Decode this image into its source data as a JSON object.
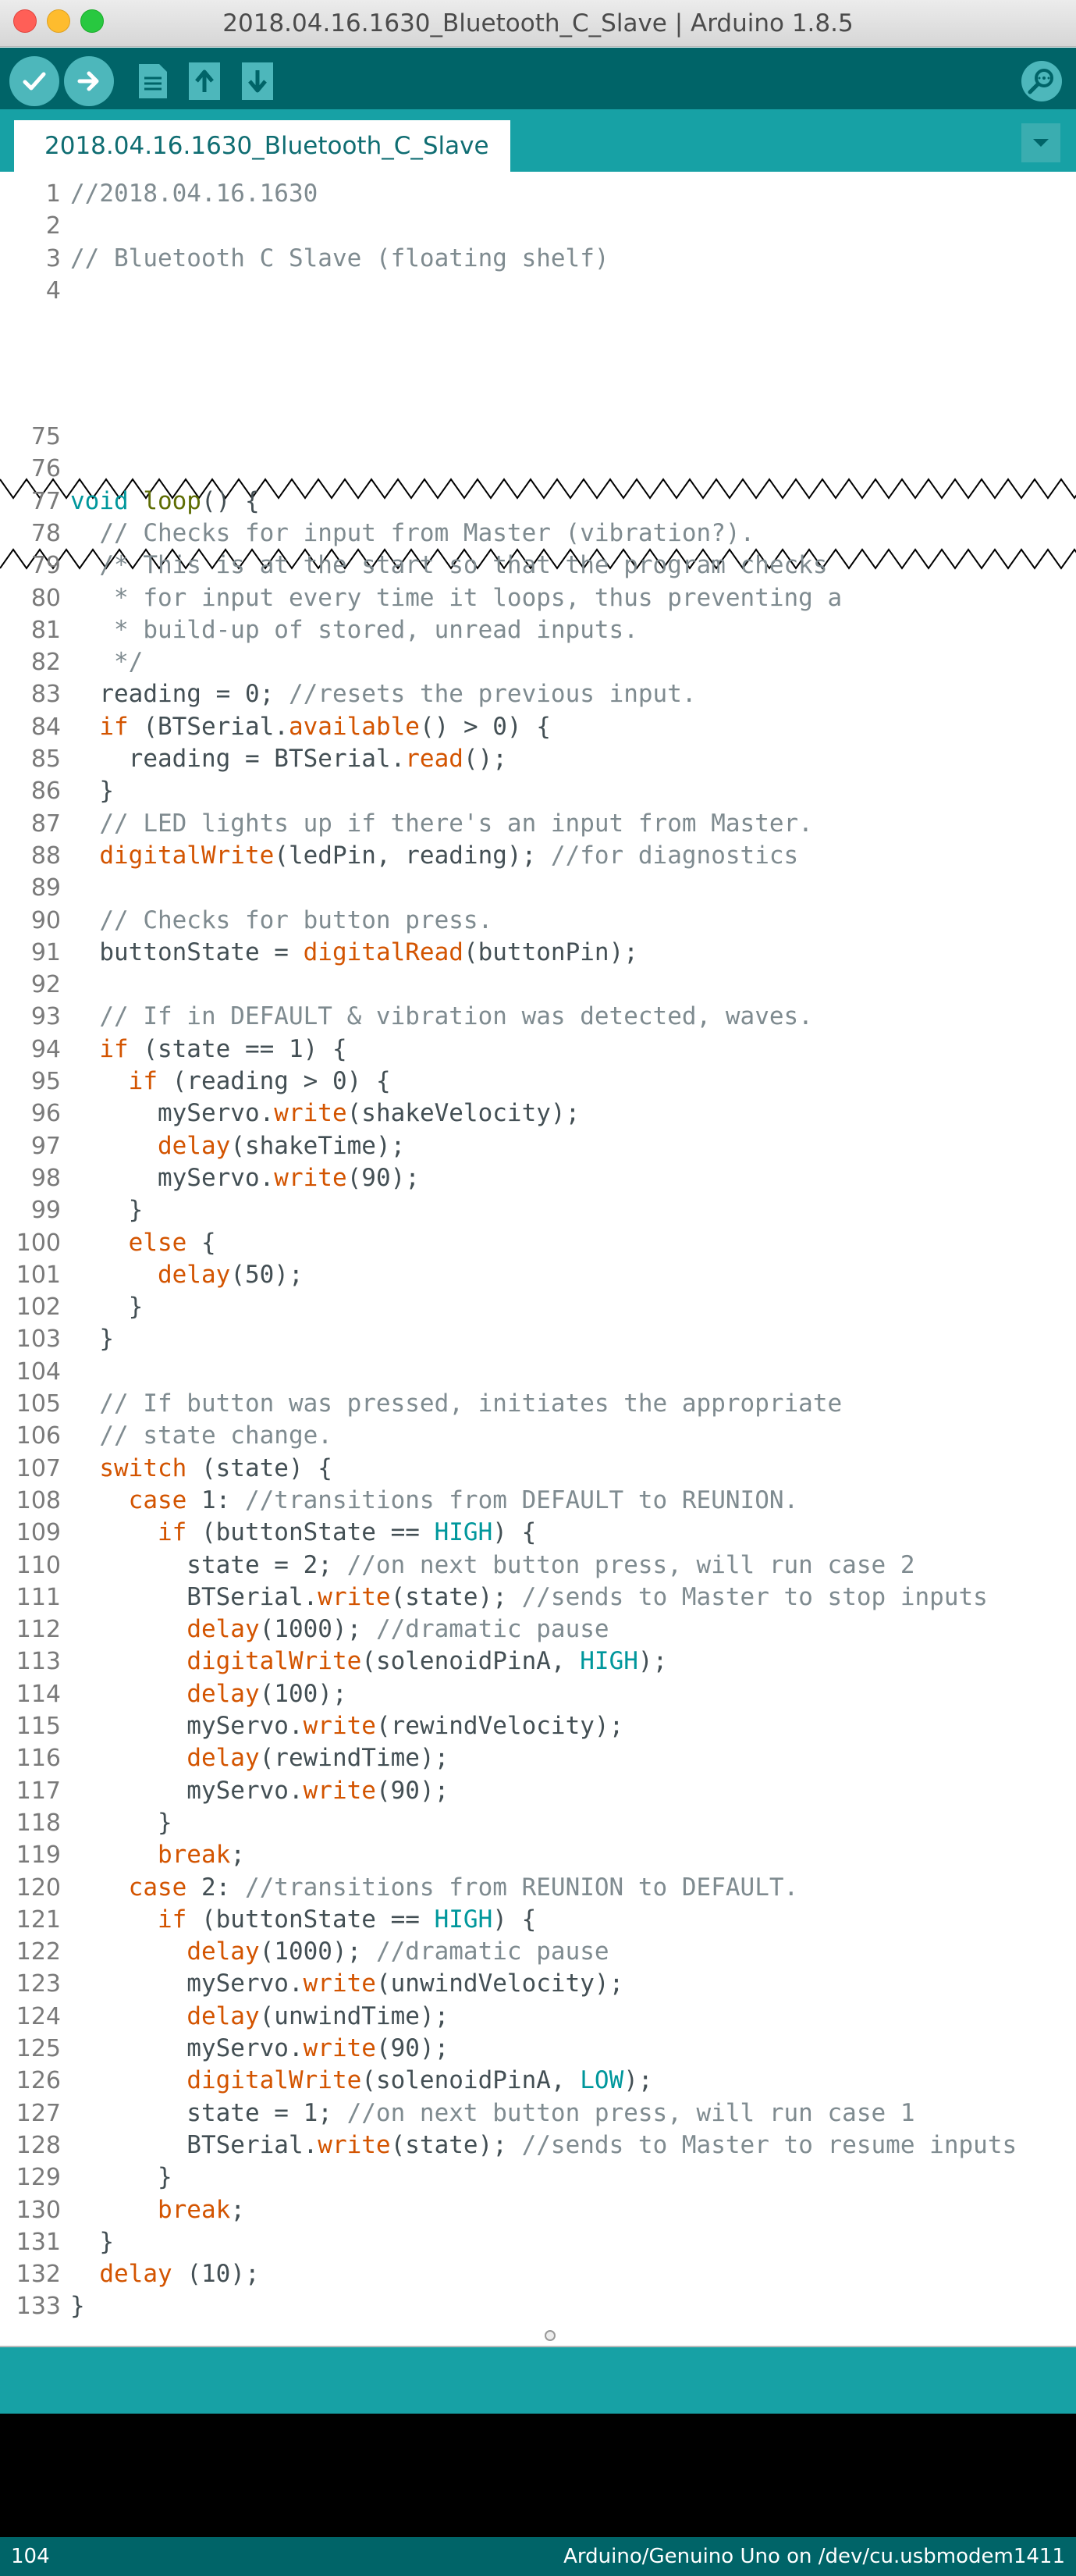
{
  "window": {
    "title": "2018.04.16.1630_Bluetooth_C_Slave | Arduino 1.8.5"
  },
  "toolbar": {
    "verify_icon": "checkmark-icon",
    "upload_icon": "right-arrow-icon",
    "new_icon": "document-icon",
    "open_icon": "up-arrow-icon",
    "save_icon": "down-arrow-icon",
    "serial_monitor_icon": "magnifier-icon"
  },
  "tab": {
    "label": "2018.04.16.1630_Bluetooth_C_Slave",
    "menu_icon": "triangle-down-icon"
  },
  "code_top": [
    {
      "n": "1",
      "t": [
        [
          "//2018.04.16.1630",
          "cm"
        ]
      ]
    },
    {
      "n": "2",
      "t": []
    },
    {
      "n": "3",
      "t": [
        [
          "// Bluetooth C Slave (floating shelf)",
          "cm"
        ]
      ]
    },
    {
      "n": "4",
      "t": []
    }
  ],
  "code_bottom": [
    {
      "n": "75",
      "t": []
    },
    {
      "n": "76",
      "t": []
    },
    {
      "n": "77",
      "t": [
        [
          "void",
          "ty"
        ],
        [
          " loop",
          "fn"
        ],
        [
          "() {",
          ""
        ]
      ]
    },
    {
      "n": "78",
      "t": [
        [
          "  // Checks for input from Master (vibration?).",
          "cm"
        ]
      ]
    },
    {
      "n": "79",
      "t": [
        [
          "  /* This is at the start so that the program checks",
          "cm"
        ]
      ]
    },
    {
      "n": "80",
      "t": [
        [
          "   * for input every time it loops, thus preventing a",
          "cm"
        ]
      ]
    },
    {
      "n": "81",
      "t": [
        [
          "   * build-up of stored, unread inputs.",
          "cm"
        ]
      ]
    },
    {
      "n": "82",
      "t": [
        [
          "   */",
          "cm"
        ]
      ]
    },
    {
      "n": "83",
      "t": [
        [
          "  reading = 0; ",
          ""
        ],
        [
          "//resets the previous input.",
          "cm"
        ]
      ]
    },
    {
      "n": "84",
      "t": [
        [
          "  ",
          ""
        ],
        [
          "if",
          "kw"
        ],
        [
          " (BTSerial.",
          ""
        ],
        [
          "available",
          "kw"
        ],
        [
          "() > 0) {",
          ""
        ]
      ]
    },
    {
      "n": "85",
      "t": [
        [
          "    reading = BTSerial.",
          ""
        ],
        [
          "read",
          "kw"
        ],
        [
          "();",
          ""
        ]
      ]
    },
    {
      "n": "86",
      "t": [
        [
          "  }",
          ""
        ]
      ]
    },
    {
      "n": "87",
      "t": [
        [
          "  // LED lights up if there's an input from Master.",
          "cm"
        ]
      ]
    },
    {
      "n": "88",
      "t": [
        [
          "  ",
          ""
        ],
        [
          "digitalWrite",
          "kw"
        ],
        [
          "(ledPin, reading); ",
          ""
        ],
        [
          "//for diagnostics",
          "cm"
        ]
      ]
    },
    {
      "n": "89",
      "t": []
    },
    {
      "n": "90",
      "t": [
        [
          "  // Checks for button press.",
          "cm"
        ]
      ]
    },
    {
      "n": "91",
      "t": [
        [
          "  buttonState = ",
          ""
        ],
        [
          "digitalRead",
          "kw"
        ],
        [
          "(buttonPin);",
          ""
        ]
      ]
    },
    {
      "n": "92",
      "t": []
    },
    {
      "n": "93",
      "t": [
        [
          "  // If in DEFAULT & vibration was detected, waves.",
          "cm"
        ]
      ]
    },
    {
      "n": "94",
      "t": [
        [
          "  ",
          ""
        ],
        [
          "if",
          "kw"
        ],
        [
          " (state == 1) {",
          ""
        ]
      ]
    },
    {
      "n": "95",
      "t": [
        [
          "    ",
          ""
        ],
        [
          "if",
          "kw"
        ],
        [
          " (reading > 0) {",
          ""
        ]
      ]
    },
    {
      "n": "96",
      "t": [
        [
          "      myServo.",
          ""
        ],
        [
          "write",
          "kw"
        ],
        [
          "(shakeVelocity);",
          ""
        ]
      ]
    },
    {
      "n": "97",
      "t": [
        [
          "      ",
          ""
        ],
        [
          "delay",
          "kw"
        ],
        [
          "(shakeTime);",
          ""
        ]
      ]
    },
    {
      "n": "98",
      "t": [
        [
          "      myServo.",
          ""
        ],
        [
          "write",
          "kw"
        ],
        [
          "(90);",
          ""
        ]
      ]
    },
    {
      "n": "99",
      "t": [
        [
          "    }",
          ""
        ]
      ]
    },
    {
      "n": "100",
      "t": [
        [
          "    ",
          ""
        ],
        [
          "else",
          "kw"
        ],
        [
          " {",
          ""
        ]
      ]
    },
    {
      "n": "101",
      "t": [
        [
          "      ",
          ""
        ],
        [
          "delay",
          "kw"
        ],
        [
          "(50);",
          ""
        ]
      ]
    },
    {
      "n": "102",
      "t": [
        [
          "    }",
          ""
        ]
      ]
    },
    {
      "n": "103",
      "t": [
        [
          "  }",
          ""
        ]
      ]
    },
    {
      "n": "104",
      "t": []
    },
    {
      "n": "105",
      "t": [
        [
          "  // If button was pressed, initiates the appropriate",
          "cm"
        ]
      ]
    },
    {
      "n": "106",
      "t": [
        [
          "  // state change.",
          "cm"
        ]
      ]
    },
    {
      "n": "107",
      "t": [
        [
          "  ",
          ""
        ],
        [
          "switch",
          "kw"
        ],
        [
          " (state) {",
          ""
        ]
      ]
    },
    {
      "n": "108",
      "t": [
        [
          "    ",
          ""
        ],
        [
          "case",
          "kw"
        ],
        [
          " 1: ",
          ""
        ],
        [
          "//transitions from DEFAULT to REUNION.",
          "cm"
        ]
      ]
    },
    {
      "n": "109",
      "t": [
        [
          "      ",
          ""
        ],
        [
          "if",
          "kw"
        ],
        [
          " (buttonState == ",
          ""
        ],
        [
          "HIGH",
          "ct"
        ],
        [
          ") {",
          ""
        ]
      ]
    },
    {
      "n": "110",
      "t": [
        [
          "        state = 2; ",
          ""
        ],
        [
          "//on next button press, will run case 2",
          "cm"
        ]
      ]
    },
    {
      "n": "111",
      "t": [
        [
          "        BTSerial.",
          ""
        ],
        [
          "write",
          "kw"
        ],
        [
          "(state); ",
          ""
        ],
        [
          "//sends to Master to stop inputs",
          "cm"
        ]
      ]
    },
    {
      "n": "112",
      "t": [
        [
          "        ",
          ""
        ],
        [
          "delay",
          "kw"
        ],
        [
          "(1000); ",
          ""
        ],
        [
          "//dramatic pause",
          "cm"
        ]
      ]
    },
    {
      "n": "113",
      "t": [
        [
          "        ",
          ""
        ],
        [
          "digitalWrite",
          "kw"
        ],
        [
          "(solenoidPinA, ",
          ""
        ],
        [
          "HIGH",
          "ct"
        ],
        [
          ");",
          ""
        ]
      ]
    },
    {
      "n": "114",
      "t": [
        [
          "        ",
          ""
        ],
        [
          "delay",
          "kw"
        ],
        [
          "(100);",
          ""
        ]
      ]
    },
    {
      "n": "115",
      "t": [
        [
          "        myServo.",
          ""
        ],
        [
          "write",
          "kw"
        ],
        [
          "(rewindVelocity);",
          ""
        ]
      ]
    },
    {
      "n": "116",
      "t": [
        [
          "        ",
          ""
        ],
        [
          "delay",
          "kw"
        ],
        [
          "(rewindTime);",
          ""
        ]
      ]
    },
    {
      "n": "117",
      "t": [
        [
          "        myServo.",
          ""
        ],
        [
          "write",
          "kw"
        ],
        [
          "(90);",
          ""
        ]
      ]
    },
    {
      "n": "118",
      "t": [
        [
          "      }",
          ""
        ]
      ]
    },
    {
      "n": "119",
      "t": [
        [
          "      ",
          ""
        ],
        [
          "break",
          "kw"
        ],
        [
          ";",
          ""
        ]
      ]
    },
    {
      "n": "120",
      "t": [
        [
          "    ",
          ""
        ],
        [
          "case",
          "kw"
        ],
        [
          " 2: ",
          ""
        ],
        [
          "//transitions from REUNION to DEFAULT.",
          "cm"
        ]
      ]
    },
    {
      "n": "121",
      "t": [
        [
          "      ",
          ""
        ],
        [
          "if",
          "kw"
        ],
        [
          " (buttonState == ",
          ""
        ],
        [
          "HIGH",
          "ct"
        ],
        [
          ") {",
          ""
        ]
      ]
    },
    {
      "n": "122",
      "t": [
        [
          "        ",
          ""
        ],
        [
          "delay",
          "kw"
        ],
        [
          "(1000); ",
          ""
        ],
        [
          "//dramatic pause",
          "cm"
        ]
      ]
    },
    {
      "n": "123",
      "t": [
        [
          "        myServo.",
          ""
        ],
        [
          "write",
          "kw"
        ],
        [
          "(unwindVelocity);",
          ""
        ]
      ]
    },
    {
      "n": "124",
      "t": [
        [
          "        ",
          ""
        ],
        [
          "delay",
          "kw"
        ],
        [
          "(unwindTime);",
          ""
        ]
      ]
    },
    {
      "n": "125",
      "t": [
        [
          "        myServo.",
          ""
        ],
        [
          "write",
          "kw"
        ],
        [
          "(90);",
          ""
        ]
      ]
    },
    {
      "n": "126",
      "t": [
        [
          "        ",
          ""
        ],
        [
          "digitalWrite",
          "kw"
        ],
        [
          "(solenoidPinA, ",
          ""
        ],
        [
          "LOW",
          "ct"
        ],
        [
          ");",
          ""
        ]
      ]
    },
    {
      "n": "127",
      "t": [
        [
          "        state = 1; ",
          ""
        ],
        [
          "//on next button press, will run case 1",
          "cm"
        ]
      ]
    },
    {
      "n": "128",
      "t": [
        [
          "        BTSerial.",
          ""
        ],
        [
          "write",
          "kw"
        ],
        [
          "(state); ",
          ""
        ],
        [
          "//sends to Master to resume inputs",
          "cm"
        ]
      ]
    },
    {
      "n": "129",
      "t": [
        [
          "      }",
          ""
        ]
      ]
    },
    {
      "n": "130",
      "t": [
        [
          "      ",
          ""
        ],
        [
          "break",
          "kw"
        ],
        [
          ";",
          ""
        ]
      ]
    },
    {
      "n": "131",
      "t": [
        [
          "  }",
          ""
        ]
      ]
    },
    {
      "n": "132",
      "t": [
        [
          "  ",
          ""
        ],
        [
          "delay",
          "kw"
        ],
        [
          " (10);",
          ""
        ]
      ]
    },
    {
      "n": "133",
      "t": [
        [
          "}",
          ""
        ]
      ]
    }
  ],
  "status": {
    "line_number": "104",
    "board": "Arduino/Genuino Uno on /dev/cu.usbmodem1411"
  },
  "colors": {
    "toolbar": "#006468",
    "tabbar": "#17a1a5",
    "button": "#4db7bb",
    "keyword": "#d35400",
    "type": "#00979c",
    "comment": "#7f8b90"
  }
}
